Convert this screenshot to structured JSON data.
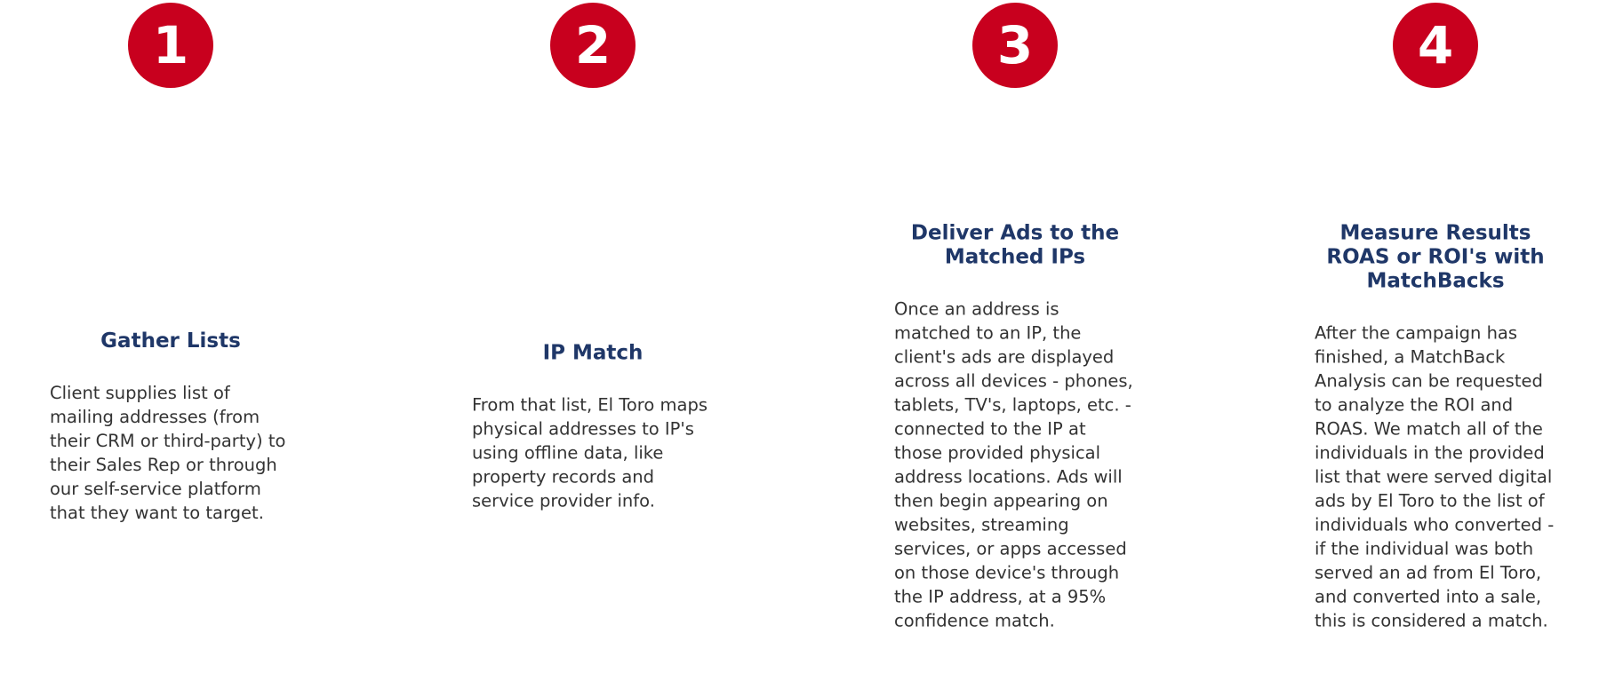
{
  "theme": {
    "badge_color": "#c8001e",
    "title_color": "#1f3768",
    "body_text_color": "#333333",
    "background": "#ffffff"
  },
  "steps": [
    {
      "number": "1",
      "title": "Gather Lists",
      "description": "Client supplies list of mailing addresses (from their CRM or third-party) to their Sales Rep or through our self-service platform that they want to target."
    },
    {
      "number": "2",
      "title": "IP Match",
      "description": "From that list, El Toro maps physical addresses to IP's using offline data, like property records and service provider info."
    },
    {
      "number": "3",
      "title": "Deliver Ads to the Matched IPs",
      "description": "Once an address is matched to an IP, the client's ads are displayed across all devices - phones, tablets, TV's, laptops, etc. - connected to the IP at those provided physical address locations. Ads will then begin appearing on websites, streaming services, or apps accessed on those device's through the IP address, at a 95% confidence match."
    },
    {
      "number": "4",
      "title": "Measure Results ROAS or ROI's with MatchBacks",
      "description": "After the campaign has finished, a MatchBack Analysis can be requested to analyze the ROI and ROAS. We match all of the individuals in the provided list that were served digital ads by El Toro to the list of individuals who converted - if the individual was both served an ad from El Toro, and converted into a sale, this is considered a match."
    }
  ]
}
